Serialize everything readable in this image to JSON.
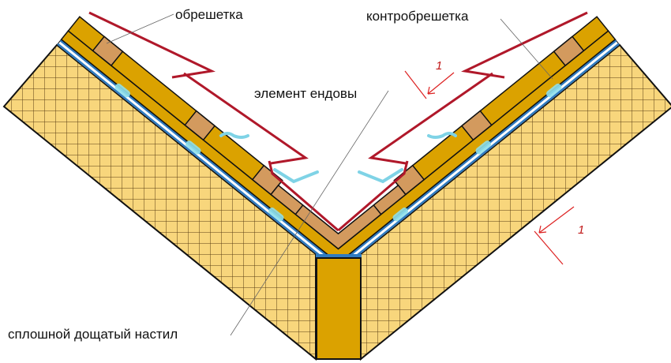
{
  "labels": {
    "lathing": "обрешетка",
    "counter_lathing": "контробрешетка",
    "valley_element": "элемент ендовы",
    "solid_decking": "сплошной дощатый настил",
    "section_mark_top": "1",
    "section_mark_bottom": "1"
  },
  "colors": {
    "insulation": "#f8d67c",
    "grid": "#5a3e14",
    "board": "#dba200",
    "block": "#d39a5e",
    "membrane": "#2f7bc0",
    "metal": "#b0182a",
    "clip": "#7fd3e6",
    "section": "#d22"
  }
}
